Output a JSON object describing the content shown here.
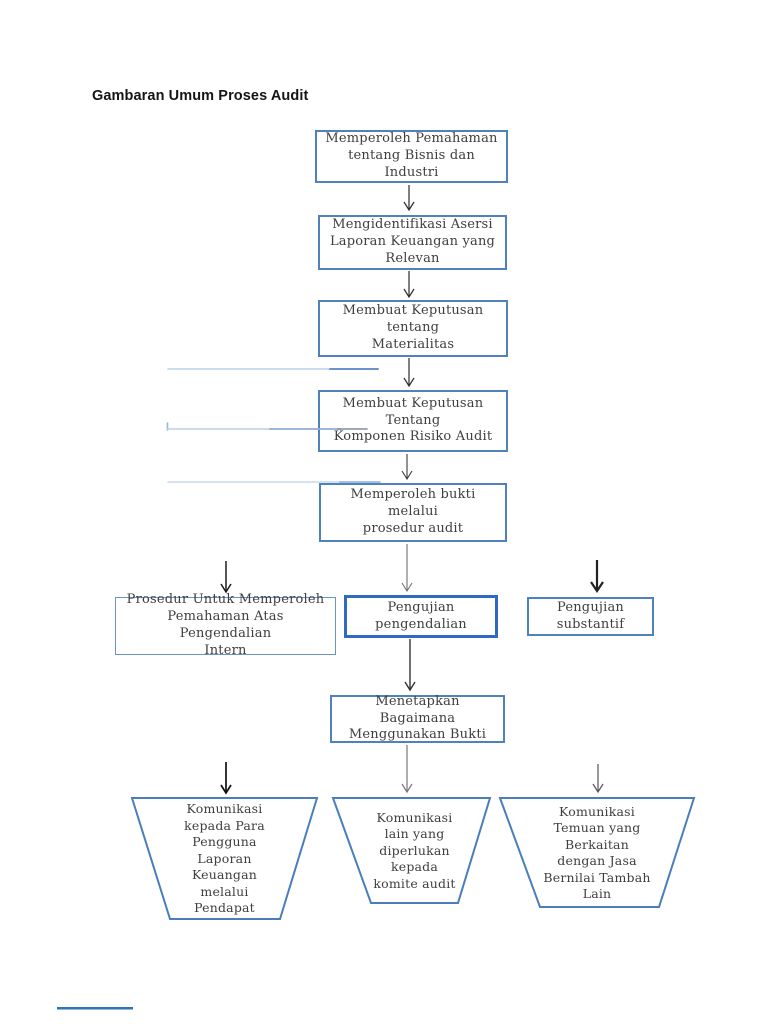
{
  "page": {
    "title": "Gambaran Umum Proses Audit"
  },
  "flowchart": {
    "nodes": {
      "step1": "Memperoleh Pemahaman\ntentang Bisnis dan Industri",
      "step2": "Mengidentifikasi Asersi\nLaporan Keuangan yang\nRelevan",
      "step3": "Membuat Keputusan tentang\nMaterialitas",
      "step4": "Membuat Keputusan Tentang\nKomponen Risiko Audit",
      "step5": "Memperoleh bukti melalui\nprosedur audit",
      "branch_left": "Prosedur Untuk Memperoleh\nPemahaman Atas Pengendalian\nIntern",
      "branch_center": "Pengujian pengendalian",
      "branch_right": "Pengujian\nsubstantif",
      "step6": "Menetapkan Bagaimana\nMenggunakan Bukti",
      "output_left": "Komunikasi\nkepada Para\nPengguna\nLaporan\nKeuangan\nmelalui\nPendapat",
      "output_center": "Komunikasi\nlain yang\ndiperlukan\nkepada\nkomite audit",
      "output_right": "Komunikasi\nTemuan yang\nBerkaitan\ndengan Jasa\nBernilai Tambah\nLain"
    },
    "colors": {
      "box_border": "#4f81bd",
      "box_border_strong": "#2e6bc0",
      "trapezoid_border": "#4a7ebb",
      "artifact_line_light": "#bcd0e8",
      "artifact_line_dark": "#6a93cc",
      "arrow_dark": "#2b2b2b",
      "arrow_gray": "#6f6f6f",
      "text": "#3e3e3e",
      "bottom_mark": "#2e74b5"
    }
  }
}
